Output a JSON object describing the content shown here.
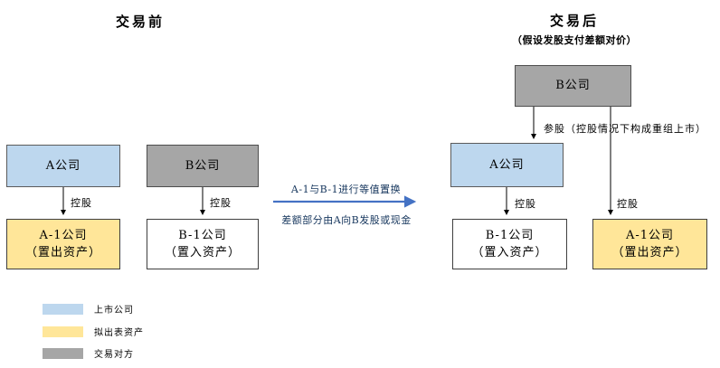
{
  "header": {
    "before_title": "交易前",
    "after_title": "交易后",
    "after_subtitle": "（假设发股支付差额对价）"
  },
  "before": {
    "company_a": {
      "label": "A公司"
    },
    "company_b": {
      "label": "B公司"
    },
    "asset_a1": {
      "line1": "A-1公司",
      "line2": "（置出资产）"
    },
    "asset_b1": {
      "line1": "B-1公司",
      "line2": "（置入资产）"
    },
    "holding_a": "控股",
    "holding_b": "控股"
  },
  "swap_arrow": {
    "top_text": "A-1与B-1进行等值置换",
    "bottom_text": "差额部分由A向B发股或现金"
  },
  "after": {
    "company_b": {
      "label": "B公司"
    },
    "company_a": {
      "label": "A公司"
    },
    "asset_b1": {
      "line1": "B-1公司",
      "line2": "（置入资产）"
    },
    "asset_a1": {
      "line1": "A-1公司",
      "line2": "（置出资产）"
    },
    "participation_note": "参股（控股情况下构成重组上市）",
    "holding_a": "控股",
    "holding_b": "控股"
  },
  "legend": {
    "items": [
      {
        "label": "上市公司",
        "color": "#BDD7EE"
      },
      {
        "label": "拟出表资产",
        "color": "#FFE699"
      },
      {
        "label": "交易对方",
        "color": "#A6A6A6"
      }
    ]
  },
  "colors": {
    "listed_company": "#BDD7EE",
    "divest_asset": "#FFE699",
    "counterparty": "#A6A6A6",
    "swap_arrow_blue": "#4472C4",
    "swap_text_navy": "#17375E"
  }
}
